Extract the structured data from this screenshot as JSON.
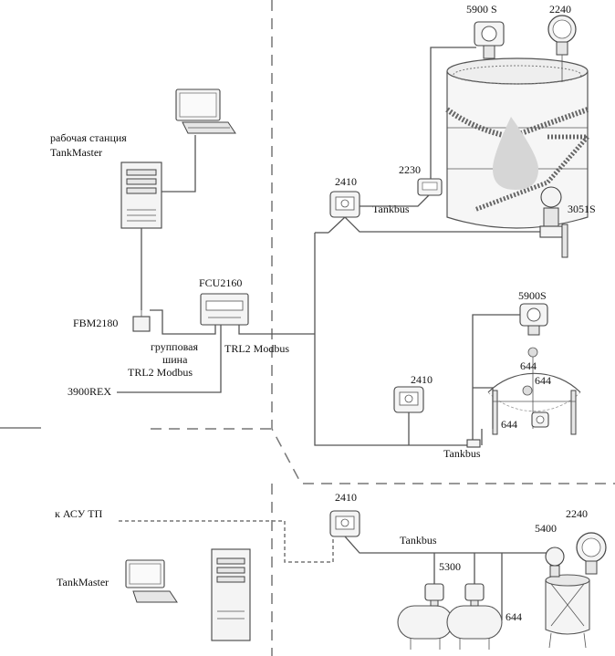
{
  "labels": {
    "workstation_title": "рабочая станция",
    "workstation_name": "TankMaster",
    "fbm": "FBM2180",
    "fcu": "FCU2160",
    "group_bus_1": "групповая",
    "group_bus_2": "шина",
    "group_bus_3": "TRL2 Modbus",
    "trl2_modbus": "TRL2 Modbus",
    "rex": "3900REX",
    "gauge_5900s_top": "5900 S",
    "gauge_2240_top": "2240",
    "gauge_2230": "2230",
    "gauge_2410_top": "2410",
    "tankbus_top": "Tankbus",
    "gauge_3051s": "3051S",
    "gauge_5900s_sphere": "5900S",
    "temp_644_a": "644",
    "temp_644_b": "644",
    "temp_644_c": "644",
    "gauge_2410_mid": "2410",
    "tankbus_mid": "Tankbus",
    "asu_tp": "к АСУ ТП",
    "tankmaster_bottom": "TankMaster",
    "gauge_2410_bottom": "2410",
    "tankbus_bottom": "Tankbus",
    "gauge_5300": "5300",
    "gauge_644_bottom": "644",
    "gauge_5400": "5400",
    "gauge_2240_bottom": "2240"
  }
}
